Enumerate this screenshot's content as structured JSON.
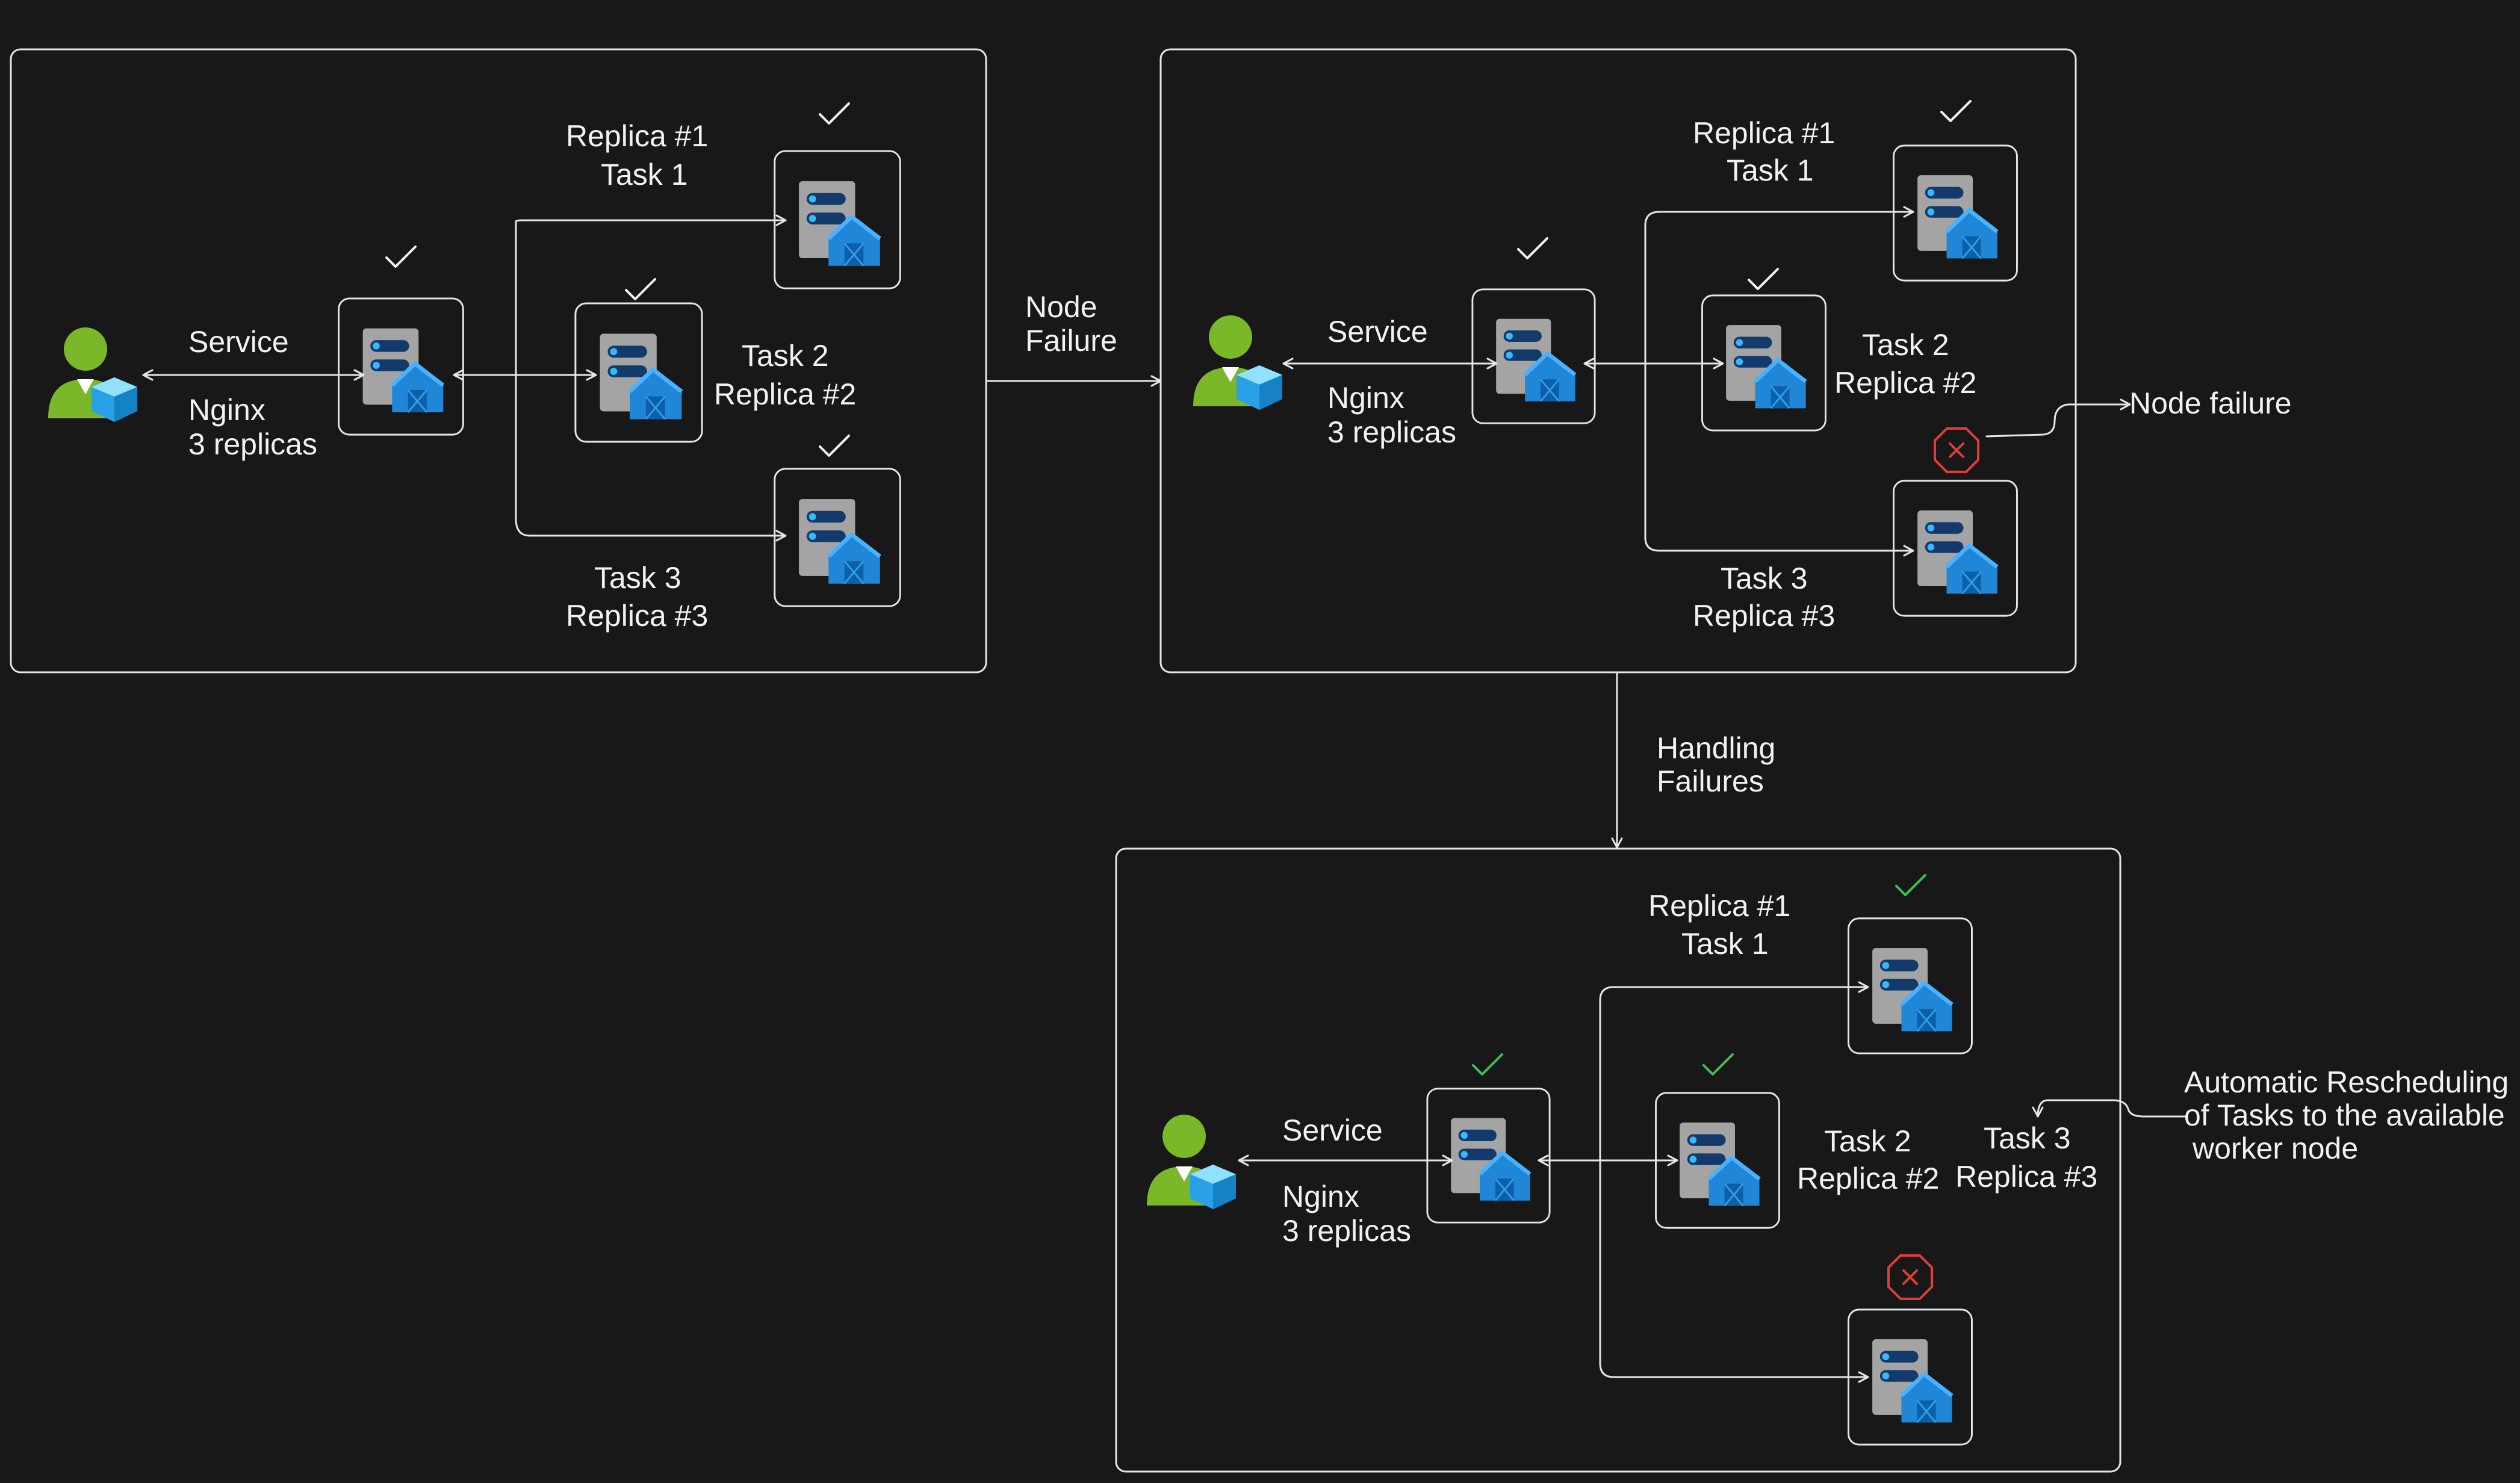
{
  "colors": {
    "background": "#181818",
    "stroke": "#e6e6e6",
    "text": "#f2f2f2",
    "check_white": "#f2f2f2",
    "check_green": "#3fbf57",
    "error_red": "#e03c3c",
    "user_green": "#7ab82a",
    "server_gray": "#9c9c9c",
    "server_blue": "#1f86d8"
  },
  "icons": {
    "user": "user-with-cube-icon",
    "node": "server-with-blue-barn-icon",
    "healthy": "check-mark-icon",
    "failed": "red-octagon-x-icon"
  },
  "panel1": {
    "service": "Service",
    "nginx": "Nginx",
    "replicas": "3 replicas",
    "r1_line1": "Replica #1",
    "r1_line2": "Task 1",
    "r2_line1": "Task 2",
    "r2_line2": "Replica #2",
    "r3_line1": "Task 3",
    "r3_line2": "Replica #3"
  },
  "panel2": {
    "service": "Service",
    "nginx": "Nginx",
    "replicas": "3 replicas",
    "r1_line1": "Replica #1",
    "r1_line2": "Task 1",
    "r2_line1": "Task 2",
    "r2_line2": "Replica #2",
    "r3_line1": "Task 3",
    "r3_line2": "Replica #3",
    "failure_note": "Node failure"
  },
  "panel3": {
    "service": "Service",
    "nginx": "Nginx",
    "replicas": "3 replicas",
    "r1_line1": "Replica #1",
    "r1_line2": "Task 1",
    "r2_line1": "Task 2",
    "r2_line2": "Replica #2",
    "r3_line1": "Task 3",
    "r3_line2": "Replica #3",
    "reschedule_line1": "Automatic Rescheduling",
    "reschedule_line2": "of Tasks to the available",
    "reschedule_line3": "worker node"
  },
  "transitions": {
    "t1_line1": "Node",
    "t1_line2": "Failure",
    "t2_line1": "Handling",
    "t2_line2": "Failures"
  }
}
